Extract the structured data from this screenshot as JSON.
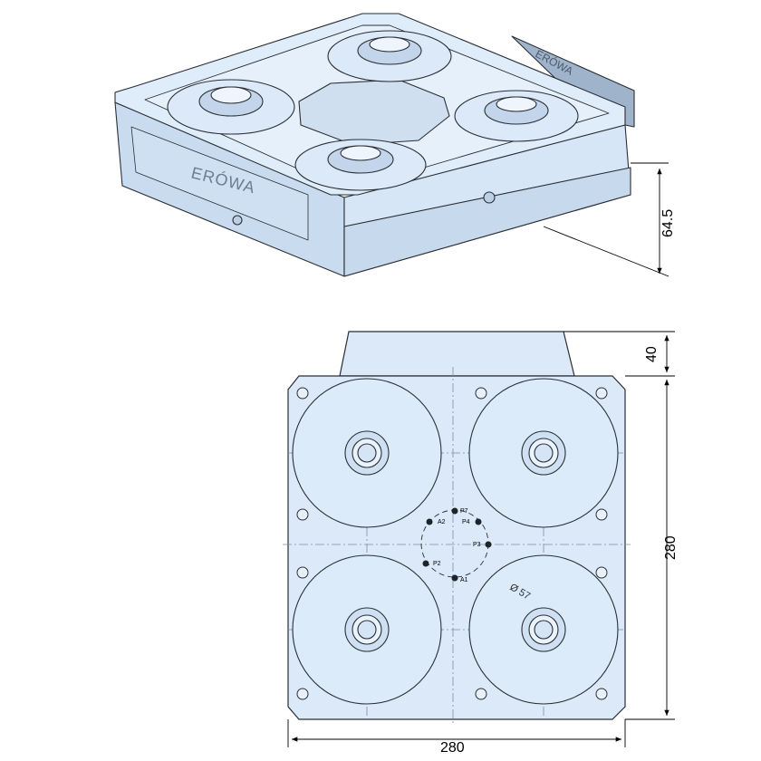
{
  "drawing": {
    "brand": "ERÓWA",
    "dimensions": {
      "height": "64.5",
      "top_offset": "40",
      "vertical": "280",
      "horizontal": "280",
      "diameter": "Ø 57"
    },
    "points": {
      "p7": "P7",
      "a2": "A2",
      "p4": "P4",
      "p3": "P3",
      "p2": "P2",
      "a1": "A1"
    }
  },
  "colors": {
    "body": "#dbe9f8",
    "body_dark": "#b9cde3",
    "line": "#2a2f36",
    "center": "#7f8fa3"
  }
}
